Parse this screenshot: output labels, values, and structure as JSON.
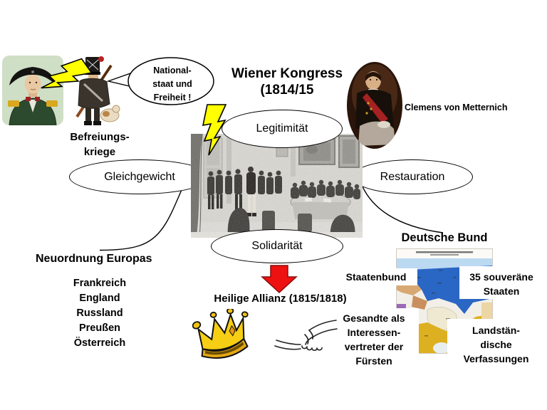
{
  "title": {
    "line1": "Wiener Kongress",
    "line2": "(1814/15"
  },
  "speech_bubble": {
    "lines": [
      "National-",
      "staat und",
      "Freiheit !"
    ]
  },
  "ellipses": {
    "legitimitaet": "Legitimität",
    "gleichgewicht": "Gleichgewicht",
    "restauration": "Restauration",
    "solidaritaet": "Solidarität"
  },
  "labels": {
    "befreiungskriege": [
      "Befreiungs-",
      "kriege"
    ],
    "metternich_caption": "Clemens von Metternich",
    "neuordnung_europas": "Neuordnung Europas",
    "deutsche_bund": "Deutsche Bund",
    "heilige_allianz": "Heilige Allianz (1815/1818)",
    "staatenbund": "Staatenbund",
    "souveraene_staaten": [
      "35 souveräne",
      "Staaten"
    ],
    "gesandte": [
      "Gesandte als",
      "Interessen-",
      "vertreter der",
      "Fürsten"
    ],
    "landstaendische": [
      "Landstän-",
      "dische",
      "Verfassungen"
    ]
  },
  "countries": [
    "Frankreich",
    "England",
    "Russland",
    "Preußen",
    "Österreich"
  ],
  "images": {
    "napoleon": "napoleon-portrait",
    "soldier": "liberation-war-soldier",
    "metternich": "metternich-oval-portrait",
    "congress_painting": "congress-of-vienna-engraving",
    "crown": "golden-crown",
    "handshake": "handshake-sketch",
    "map": "german-confederation-map",
    "lightning": "lightning-bolt",
    "arrow": "red-down-arrow"
  },
  "colors": {
    "background": "#ffffff",
    "text": "#000000",
    "lightning_yellow": "#ffff00",
    "arrow_red": "#ed1111",
    "crown_gold": "#f2c411",
    "map_prussia_blue": "#2a66c4",
    "map_south_gold": "#ddb021",
    "outline_black": "#000000"
  }
}
